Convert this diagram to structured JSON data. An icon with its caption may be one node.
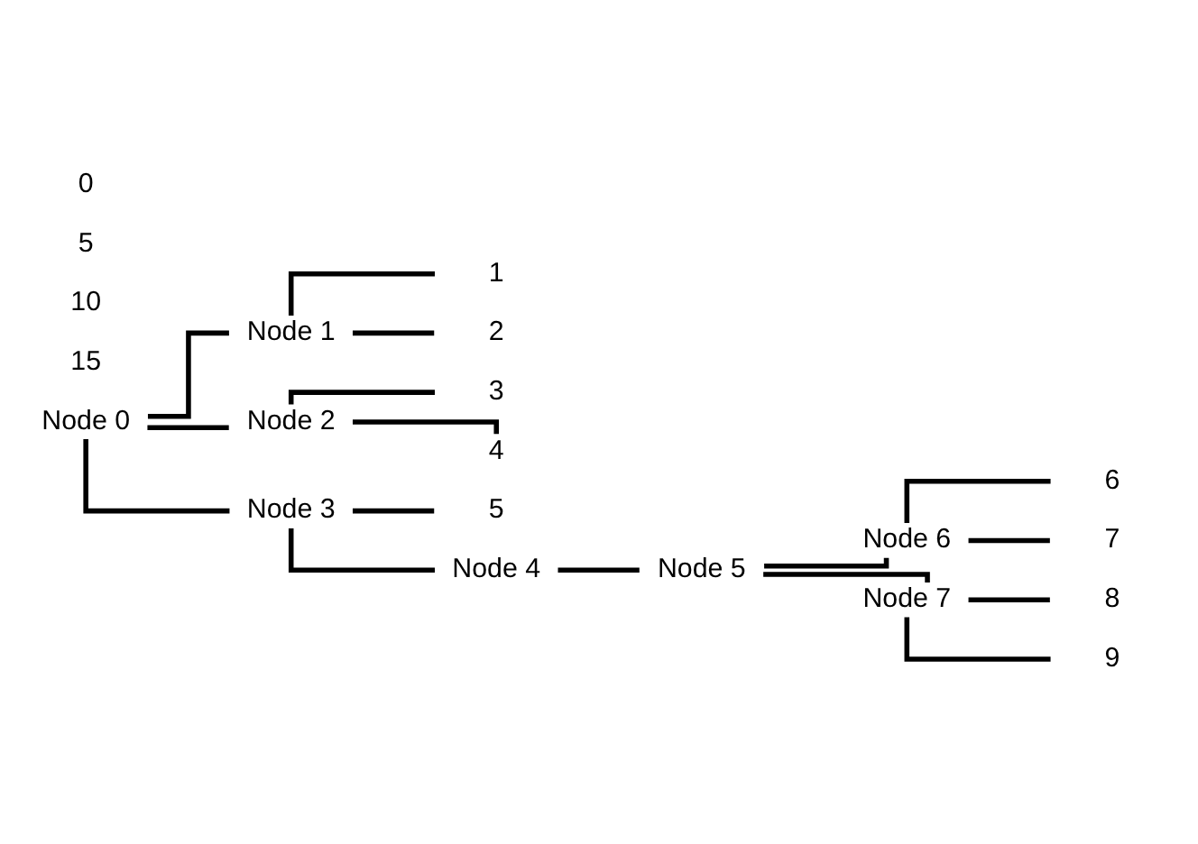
{
  "diagram": {
    "nodes": [
      {
        "text": [
          "Node 0"
        ]
      },
      {
        "text": [
          "Node 1"
        ]
      },
      {
        "text": [
          "1"
        ]
      },
      {
        "text": [
          "2"
        ]
      },
      {
        "text": [
          "Node 2"
        ]
      },
      {
        "text": [
          "3"
        ]
      },
      {
        "text": [
          "4"
        ]
      },
      {
        "text": [
          "Node 3"
        ]
      },
      {
        "text": [
          "5"
        ]
      },
      {
        "text": [
          "Node 4"
        ]
      },
      {
        "text": [
          "Node 5"
        ]
      },
      {
        "text": [
          "Node 6"
        ]
      },
      {
        "text": [
          "6"
        ]
      },
      {
        "text": [
          "7"
        ]
      },
      {
        "text": [
          "Node 7"
        ]
      },
      {
        "text": [
          "8"
        ]
      },
      {
        "text": [
          "9"
        ]
      }
    ],
    "edges": [
      {
        "from": 0,
        "to": 1,
        "arrow": "none"
      },
      {
        "from": 1,
        "to": 2,
        "arrow": "none"
      },
      {
        "from": 1,
        "to": 3,
        "arrow": "none"
      },
      {
        "from": 0,
        "to": 4,
        "arrow": "none"
      },
      {
        "from": 4,
        "to": 5,
        "arrow": "none"
      },
      {
        "from": 4,
        "to": 6,
        "arrow": "none"
      },
      {
        "from": 0,
        "to": 7,
        "arrow": "none"
      },
      {
        "from": 7,
        "to": 8,
        "arrow": "none"
      },
      {
        "from": 7,
        "to": 9,
        "arrow": "none"
      },
      {
        "from": 9,
        "to": 10,
        "arrow": "none"
      },
      {
        "from": 10,
        "to": 11,
        "arrow": "none"
      },
      {
        "from": 11,
        "to": 12,
        "arrow": "none"
      },
      {
        "from": 11,
        "to": 13,
        "arrow": "none"
      },
      {
        "from": 10,
        "to": 14,
        "arrow": "none"
      },
      {
        "from": 14,
        "to": 15,
        "arrow": "none"
      },
      {
        "from": 14,
        "to": 16,
        "arrow": "none"
      }
    ],
    "labels": [
      "0",
      "5",
      "10",
      "15"
    ]
  }
}
